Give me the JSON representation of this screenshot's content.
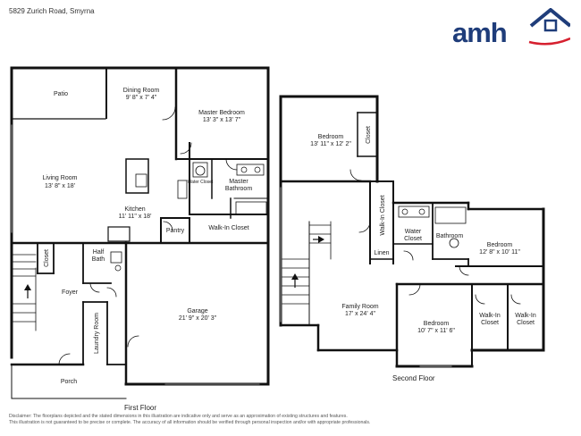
{
  "address": "5829 Zurich Road, Smyrna",
  "logo": {
    "text": "amh",
    "primary_color": "#1f3d7a",
    "accent_color": "#d6202f"
  },
  "floors": {
    "first": {
      "caption": "First Floor",
      "rooms": {
        "patio": "Patio",
        "dining_name": "Dining Room",
        "dining_size": "9' 8\" x 7' 4\"",
        "master_bed_name": "Master Bedroom",
        "master_bed_size": "13' 3\" x 13' 7\"",
        "living_name": "Living Room",
        "living_size": "13' 8\" x 18'",
        "water_closet": "Water Closet",
        "master_bath_line1": "Master",
        "master_bath_line2": "Bathroom",
        "kitchen_name": "Kitchen",
        "kitchen_size": "11' 11\" x 18'",
        "pantry": "Pantry",
        "walkin_closet": "Walk-In Closet",
        "closet": "Closet",
        "half_bath_line1": "Half",
        "half_bath_line2": "Bath",
        "foyer": "Foyer",
        "laundry": "Laundry Room",
        "garage_name": "Garage",
        "garage_size": "21' 9\" x 20' 3\"",
        "porch": "Porch"
      }
    },
    "second": {
      "caption": "Second Floor",
      "rooms": {
        "bed1_name": "Bedroom",
        "bed1_size": "13' 11\" x 12' 2\"",
        "closet": "Closet",
        "walkin_closet_vert": "Walk-In Closet",
        "water_closet_line1": "Water",
        "water_closet_line2": "Closet",
        "bathroom": "Bathroom",
        "bed2_name": "Bedroom",
        "bed2_size": "12' 8\" x 10' 11\"",
        "linen": "Linen",
        "family_name": "Family Room",
        "family_size": "17' x 24' 4\"",
        "bed3_name": "Bedroom",
        "bed3_size": "10' 7\" x 11' 6\"",
        "walkin1_line1": "Walk-In",
        "walkin1_line2": "Closet",
        "walkin2_line1": "Walk-In",
        "walkin2_line2": "Closet"
      }
    }
  },
  "disclaimer": {
    "line1": "Disclaimer: The floorplans depicted and the stated dimensions in this illustration are indicative only and serve as an approximation of existing structures and features.",
    "line2": "This illustration is not guaranteed to be precise or complete. The accuracy of all information should be verified through personal inspection and/or with appropriate professionals."
  }
}
